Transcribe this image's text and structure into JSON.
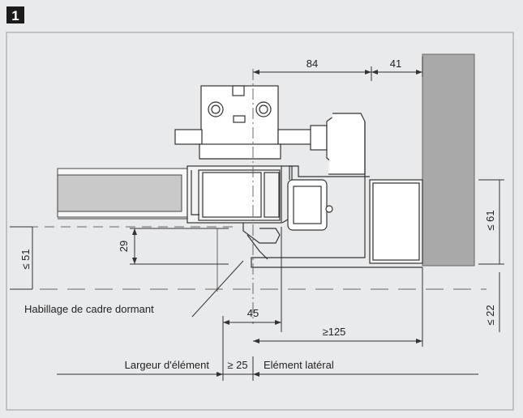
{
  "figure": {
    "badge": "1",
    "colors": {
      "background": "#e9eaec",
      "badge": "#1a1a1a",
      "wall": "#a9a9a9",
      "glass": "#c9c9c9",
      "line": "#333333"
    }
  },
  "dimensions": {
    "d84": "84",
    "d41": "41",
    "d29": "29",
    "le51": "≤ 51",
    "le61": "≤ 61",
    "le22": "≤ 22",
    "d45": "45",
    "ge125": "≥125",
    "ge25": "≥ 25"
  },
  "labels": {
    "habillage": "Habillage de cadre dormant",
    "largeur": "Largeur d'élément",
    "lateral": "Elément latéral"
  }
}
